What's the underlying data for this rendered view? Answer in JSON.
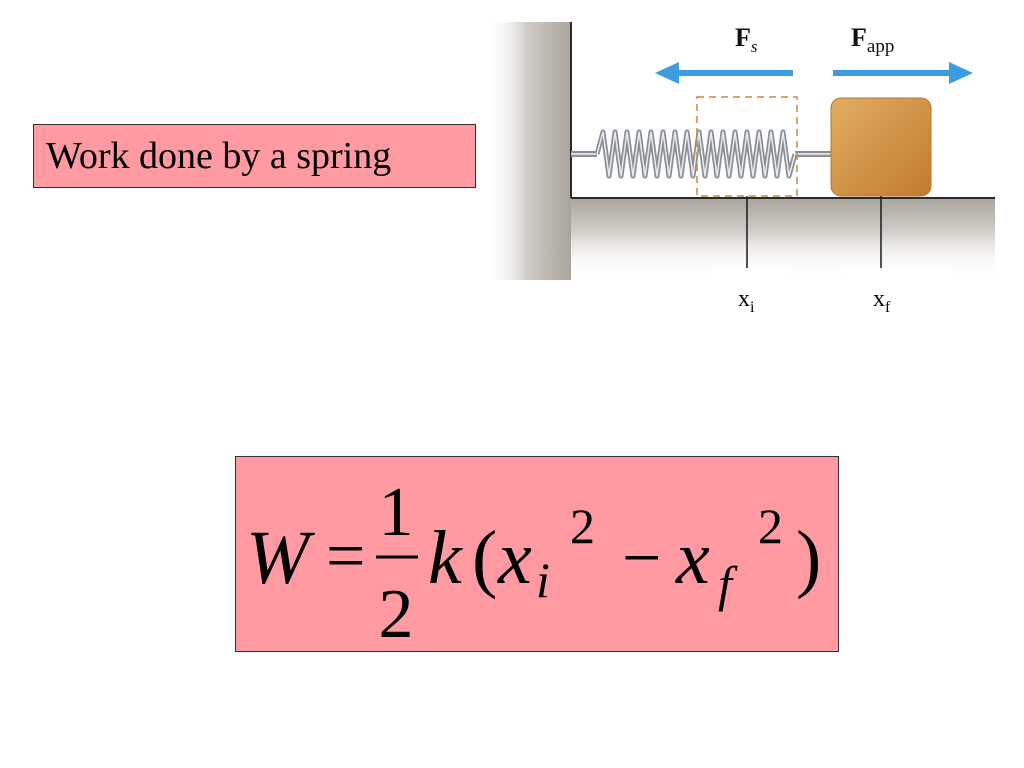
{
  "title": "Work done by a spring",
  "diagram": {
    "force_spring_label": "F",
    "force_spring_sub": "s",
    "force_applied_label": "F",
    "force_applied_sub": "app",
    "position_initial_label": "x",
    "position_initial_sub": "i",
    "position_final_label": "x",
    "position_final_sub": "f",
    "colors": {
      "arrow": "#3d9be0",
      "block": "#c98a3c",
      "block_highlight": "#e3ad62",
      "wall": "#d9d6d0",
      "dashed_outline": "#c98a3c"
    }
  },
  "formula": {
    "lhs": "W",
    "equals": "=",
    "frac_num": "1",
    "frac_den": "2",
    "k": "k",
    "lparen": "(",
    "x1": "x",
    "sub1": "i",
    "exp1": "2",
    "minus": "−",
    "x2": "x",
    "sub2": "f",
    "exp2": "2",
    "rparen": ")"
  }
}
